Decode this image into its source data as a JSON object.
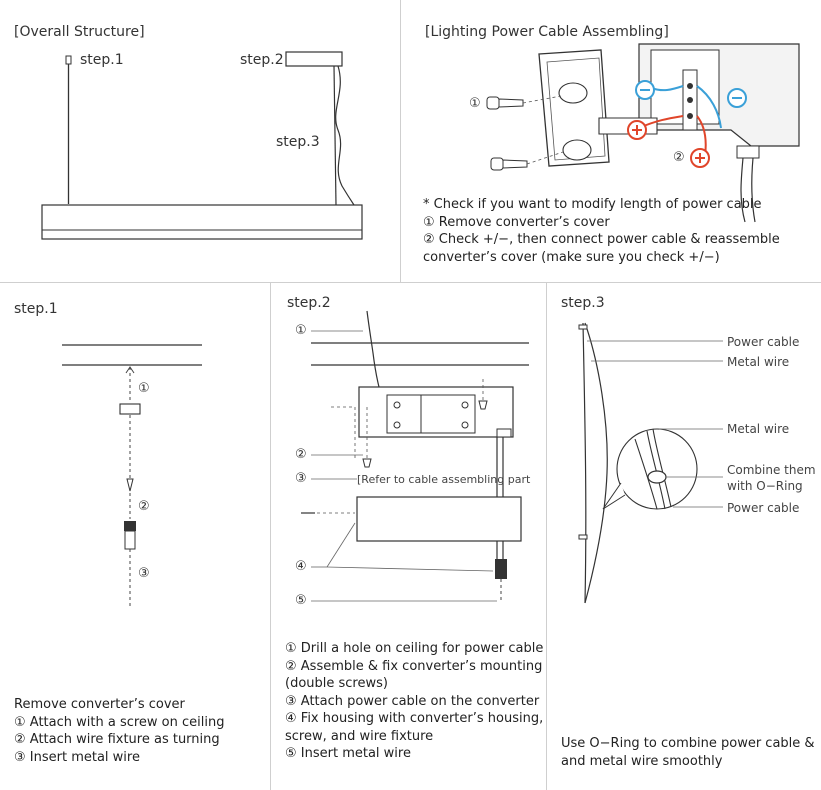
{
  "overall": {
    "title": "[Overall Structure]",
    "step1": "step.1",
    "step2": "step.2",
    "step3": "step.3"
  },
  "cable": {
    "title": "[Lighting Power Cable Assembling]",
    "marker1": "①",
    "marker2": "②",
    "notes": [
      "* Check if you want to modify length of power cable",
      "① Remove converter’s cover",
      "② Check +/−, then connect power cable & reassemble",
      "converter’s cover (make sure you check +/−)"
    ]
  },
  "step1": {
    "title": "step.1",
    "m1": "①",
    "m2": "②",
    "m3": "③",
    "notes": [
      "Remove converter’s cover",
      "① Attach with a screw on ceiling",
      "② Attach wire fixture as turning",
      "③ Insert metal wire"
    ]
  },
  "step2": {
    "title": "step.2",
    "m1": "①",
    "m2": "②",
    "m3": "③",
    "m4": "④",
    "m5": "⑤",
    "refer": "[Refer to cable assembling part",
    "notes": [
      "① Drill a hole on ceiling for power cable",
      "② Assemble & fix converter’s mounting",
      "(double screws)",
      "③ Attach power cable on the converter",
      "④ Fix housing with converter’s housing,",
      "screw, and wire fixture",
      "⑤ Insert metal wire"
    ]
  },
  "step3": {
    "title": "step.3",
    "power_cable": "Power cable",
    "metal_wire": "Metal wire",
    "metal_wire2": "Metal wire",
    "combine1": "Combine them",
    "combine2": "with O−Ring",
    "power_cable2": "Power cable",
    "notes": [
      "Use O−Ring to combine power cable &",
      "and metal wire smoothly"
    ]
  },
  "colors": {
    "line": "#333333",
    "divider": "#cfcfcf",
    "minus": "#3aa0d8",
    "plus": "#e0452a"
  }
}
